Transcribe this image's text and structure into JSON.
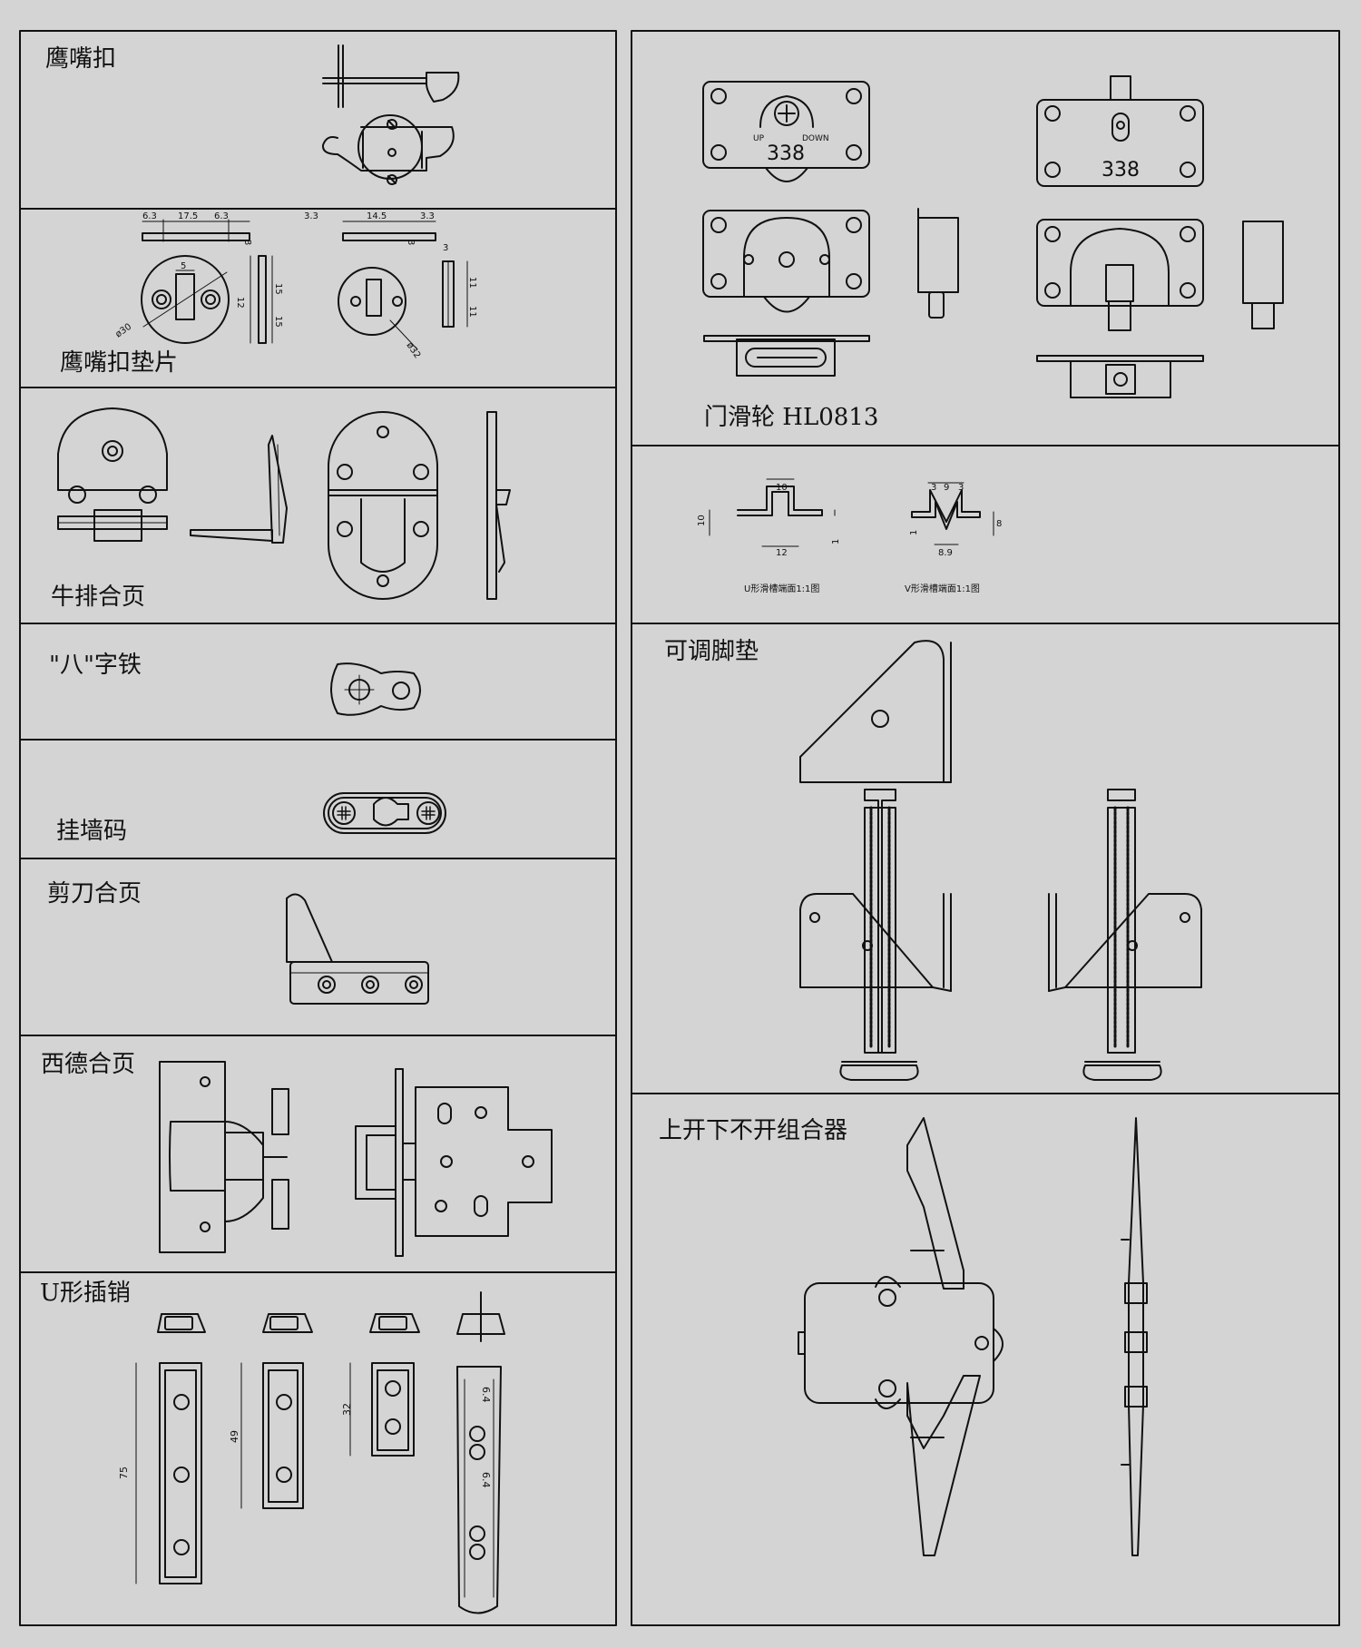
{
  "panels": {
    "eagle_beak_latch": {
      "title": "鹰嘴扣"
    },
    "eagle_beak_pad": {
      "title": "鹰嘴扣垫片",
      "dims_top_a": [
        "6.3",
        "17.5",
        "6.3"
      ],
      "dim_a_width": "5",
      "dim_a_diameter": "ø30",
      "dim_a_heights": [
        "15",
        "15"
      ],
      "dim_a_side": "12",
      "dim_a_thick": "3",
      "dims_top_b": [
        "3.3",
        "14.5",
        "3.3"
      ],
      "dim_b_thick": "3",
      "dim_b_heights": [
        "11",
        "11"
      ],
      "dim_b_diameter": "ø32",
      "dim_b_top": "3"
    },
    "beef_hinge": {
      "title": "牛排合页"
    },
    "figure_eight_iron": {
      "title": "\"八\"字铁"
    },
    "wall_hanger": {
      "title": "挂墙码"
    },
    "scissor_hinge": {
      "title": "剪刀合页"
    },
    "side_hinge": {
      "title": "西德合页"
    },
    "u_latch": {
      "title": "U形插销",
      "dims": [
        "75",
        "49",
        "32"
      ],
      "hole_labels": [
        "6.4",
        "6.4"
      ]
    },
    "door_roller": {
      "title": "门滑轮 HL0813",
      "model": "338",
      "up_label": "UP",
      "down_label": "DOWN"
    },
    "slot_profiles": {
      "u_caption": "U形滑槽端面1:1图",
      "v_caption": "V形滑槽端面1:1图",
      "u_dims": [
        "10",
        "10",
        "12",
        "1"
      ],
      "v_dims": [
        "3",
        "9",
        "3",
        "8",
        "8.9",
        "1"
      ]
    },
    "adjustable_foot": {
      "title": "可调脚垫"
    },
    "combo_latch": {
      "title": "上开下不开组合器"
    }
  }
}
